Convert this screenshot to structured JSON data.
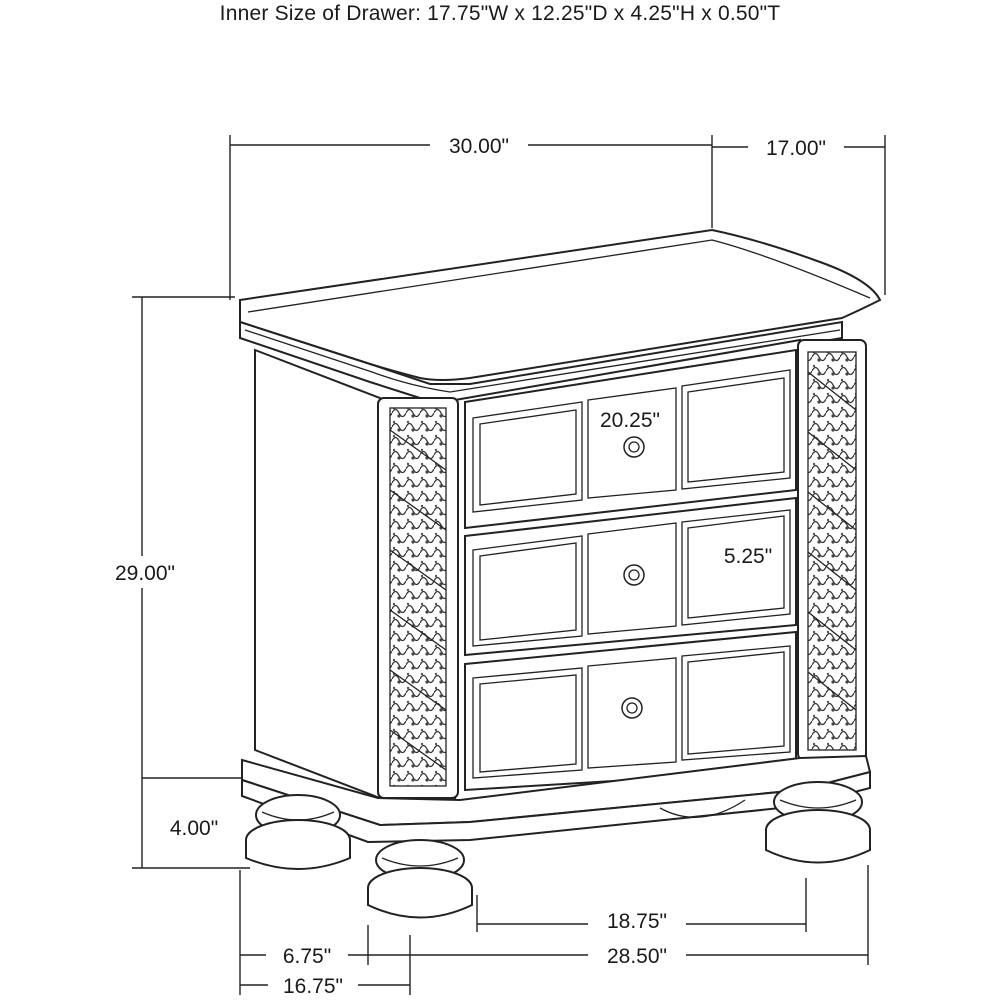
{
  "header": {
    "inner_size_text": "Inner Size of Drawer: 17.75\"W x 12.25\"D x 4.25\"H x 0.50\"T"
  },
  "dimensions": {
    "top_width": "30.00\"",
    "top_depth": "17.00\"",
    "height": "29.00\"",
    "leg_height": "4.00\"",
    "drawer_width": "20.25\"",
    "drawer_height": "5.25\"",
    "front_span": "18.75\"",
    "side_offset": "6.75\"",
    "base_width": "28.50\"",
    "side_depth": "16.75\""
  }
}
